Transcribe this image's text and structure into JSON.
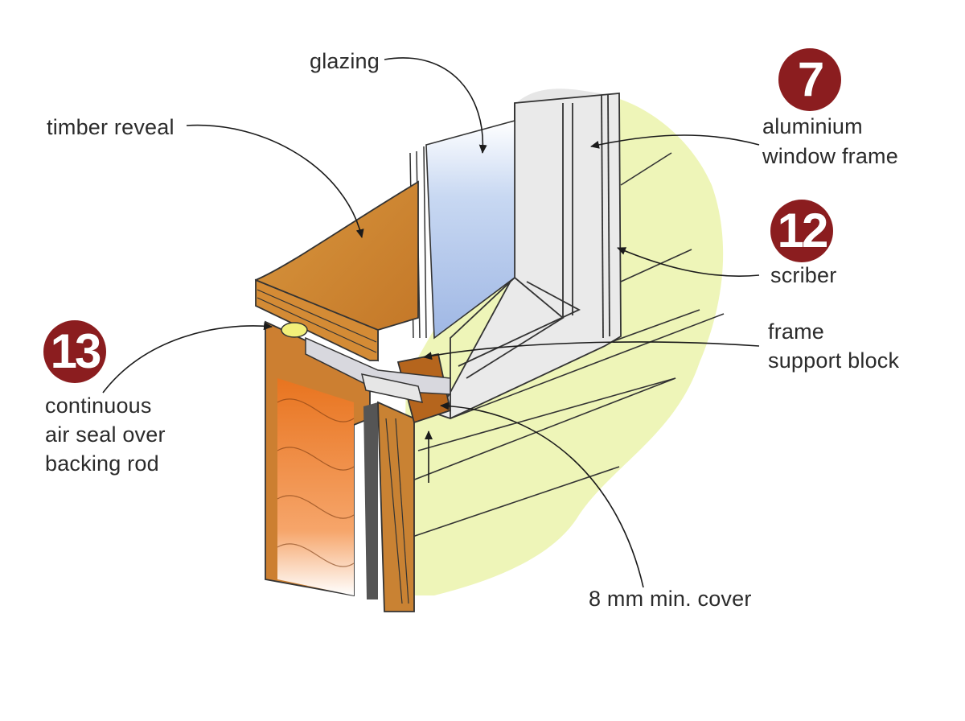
{
  "labels": {
    "glazing": "glazing",
    "timber_reveal": "timber reveal",
    "aluminium_line1": "aluminium",
    "aluminium_line2": "window frame",
    "scriber": "scriber",
    "frame_line1": "frame",
    "frame_line2": "support block",
    "air_seal_line1": "continuous",
    "air_seal_line2": "air seal over",
    "air_seal_line3": "backing rod",
    "cover": "8 mm min. cover"
  },
  "badges": {
    "aluminium": "7",
    "scriber": "12",
    "air_seal": "13"
  },
  "colors": {
    "badge": "#8b1d1f",
    "timber": "#c9812d",
    "wall_wash": "#eef5b8",
    "insulation": "#f08a3a",
    "glass": "#bcd0ee"
  }
}
